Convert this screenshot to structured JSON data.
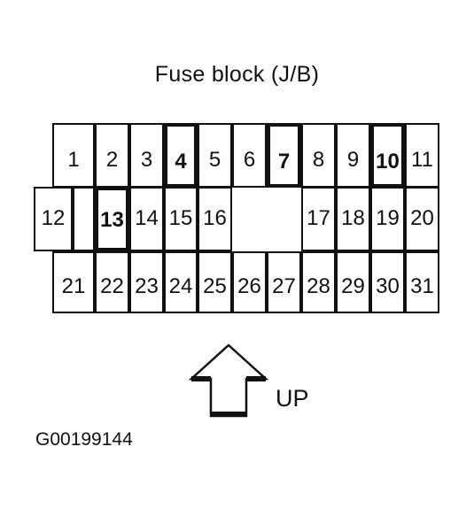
{
  "title": "Fuse block (J/B)",
  "direction_label": "UP",
  "figure_code": "G00199144",
  "fuse_rows": [
    [
      "1",
      "2",
      "3",
      "4",
      "5",
      "6",
      "7",
      "8",
      "9",
      "10",
      "11"
    ],
    [
      "12",
      "13",
      "14",
      "15",
      "16",
      "17",
      "18",
      "19",
      "20"
    ],
    [
      "21",
      "22",
      "23",
      "24",
      "25",
      "26",
      "27",
      "28",
      "29",
      "30",
      "31"
    ]
  ],
  "highlighted_fuses": [
    "4",
    "7",
    "10",
    "13"
  ]
}
